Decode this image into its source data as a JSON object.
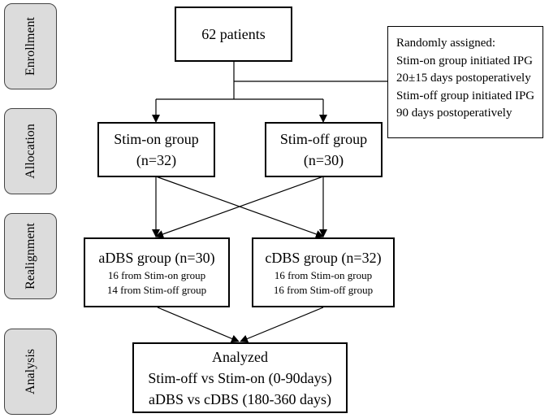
{
  "stages": {
    "enrollment": "Enrollment",
    "allocation": "Allocation",
    "realignment": "Realignment",
    "analysis": "Analysis"
  },
  "enrollment_box": {
    "label": "62 patients"
  },
  "note": {
    "lines": [
      "Randomly assigned:",
      "Stim-on group initiated IPG",
      "20±15 days postoperatively",
      "Stim-off group initiated IPG",
      "90 days postoperatively"
    ]
  },
  "stim_on": {
    "title": "Stim-on group",
    "n": "(n=32)"
  },
  "stim_off": {
    "title": "Stim-off group",
    "n": "(n=30)"
  },
  "adbs": {
    "title": "aDBS group (n=30)",
    "line1": "16 from Stim-on group",
    "line2": "14 from Stim-off group"
  },
  "cdbs": {
    "title": "cDBS group (n=32)",
    "line1": "16 from Stim-on group",
    "line2": "16 from Stim-off group"
  },
  "analysis_box": {
    "title": "Analyzed",
    "line1": "Stim-off vs Stim-on (0-90days)",
    "line2": "aDBS vs cDBS (180-360 days)"
  }
}
